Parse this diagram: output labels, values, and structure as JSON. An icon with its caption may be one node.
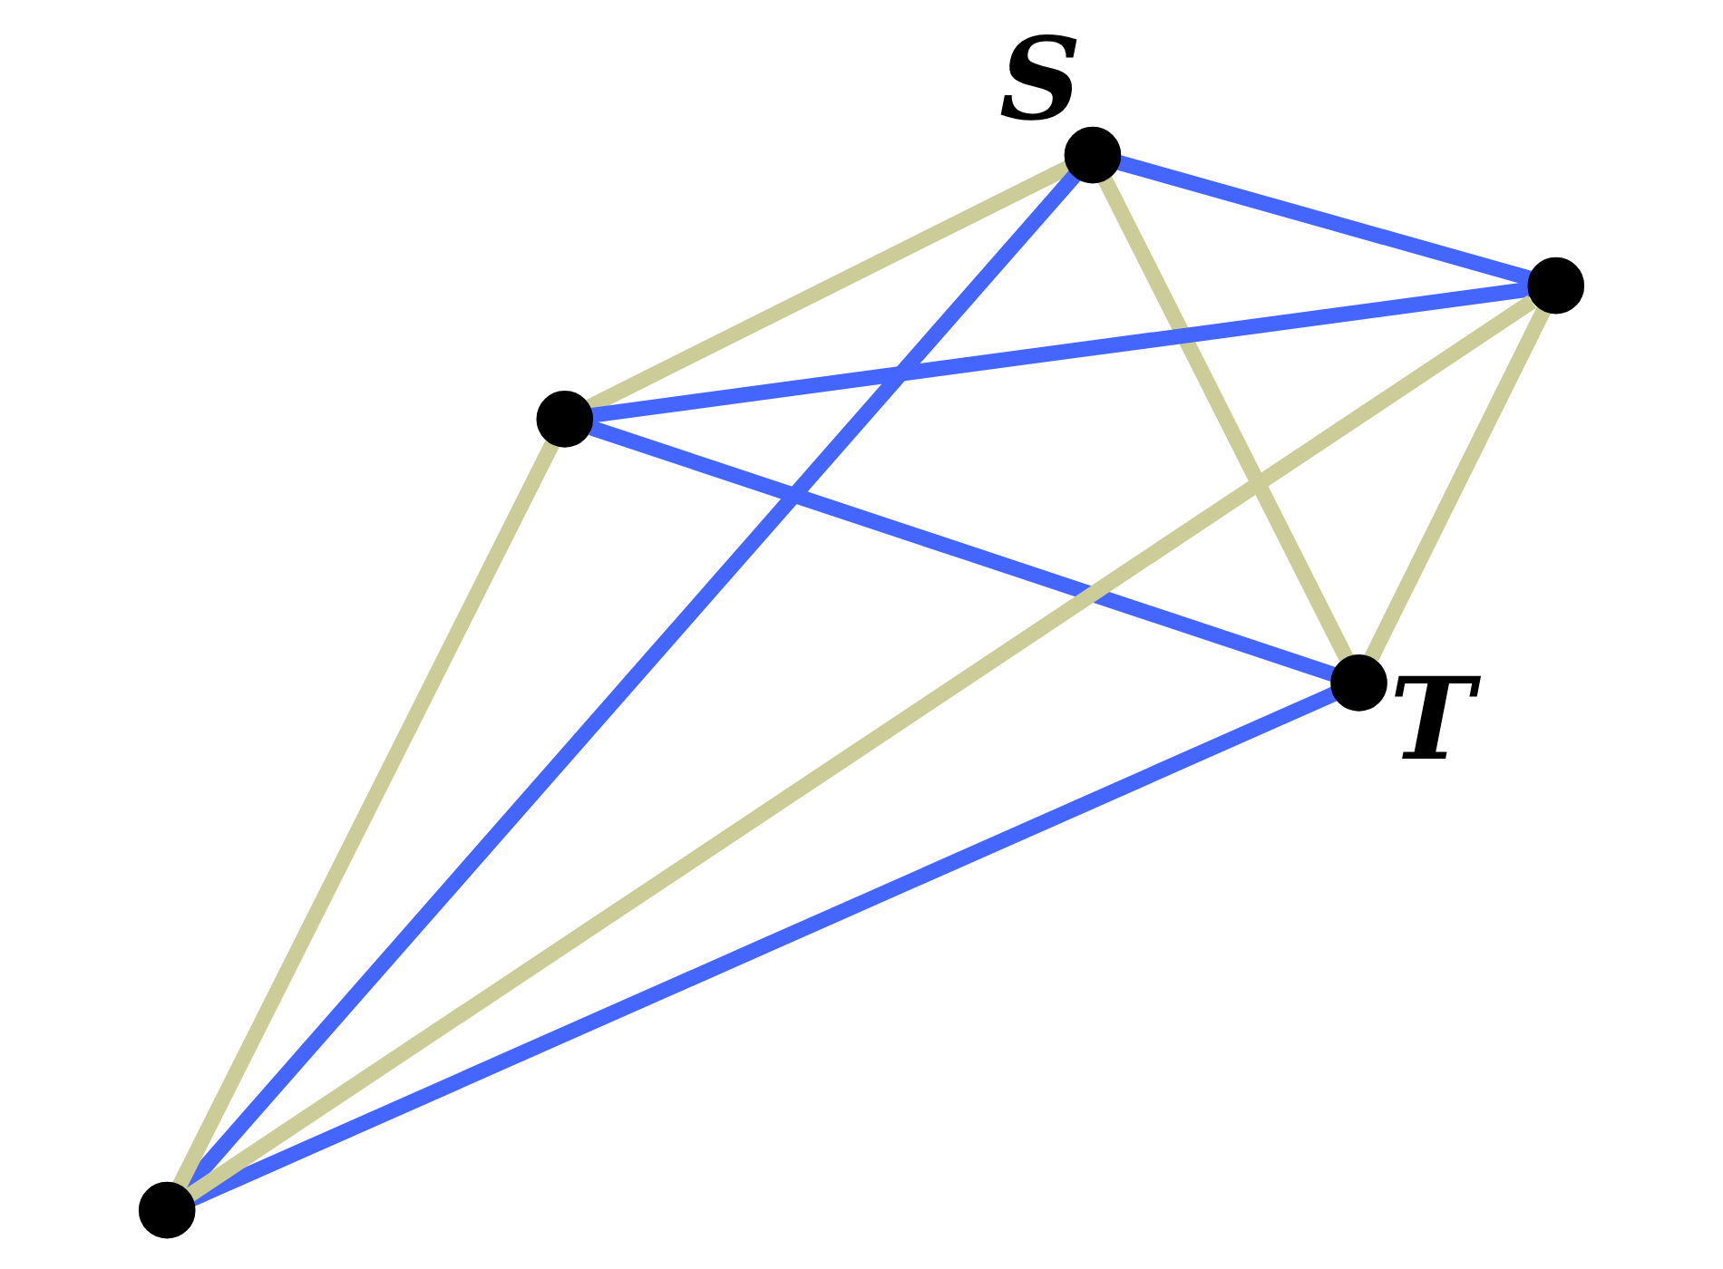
{
  "diagram": {
    "nodes": [
      {
        "text": [],
        "shape": "circle",
        "beside": [
          "S"
        ]
      },
      {
        "text": [],
        "shape": "circle"
      },
      {
        "text": [],
        "shape": "circle"
      },
      {
        "text": [],
        "shape": "circle",
        "beside": [
          "T"
        ]
      },
      {
        "text": [],
        "shape": "circle"
      }
    ],
    "edges": [
      {
        "from": 0,
        "to": 1,
        "arrow": "none",
        "color": "#4466ff"
      },
      {
        "from": 0,
        "to": 2,
        "arrow": "none",
        "color": "#cccc99"
      },
      {
        "from": 0,
        "to": 3,
        "arrow": "none",
        "color": "#cccc99"
      },
      {
        "from": 0,
        "to": 4,
        "arrow": "none",
        "color": "#4466ff"
      },
      {
        "from": 1,
        "to": 2,
        "arrow": "none",
        "color": "#4466ff"
      },
      {
        "from": 1,
        "to": 3,
        "arrow": "none",
        "color": "#cccc99"
      },
      {
        "from": 1,
        "to": 4,
        "arrow": "none",
        "color": "#cccc99"
      },
      {
        "from": 2,
        "to": 3,
        "arrow": "none",
        "color": "#4466ff"
      },
      {
        "from": 2,
        "to": 4,
        "arrow": "none",
        "color": "#cccc99"
      },
      {
        "from": 3,
        "to": 4,
        "arrow": "none",
        "color": "#4466ff"
      }
    ]
  }
}
